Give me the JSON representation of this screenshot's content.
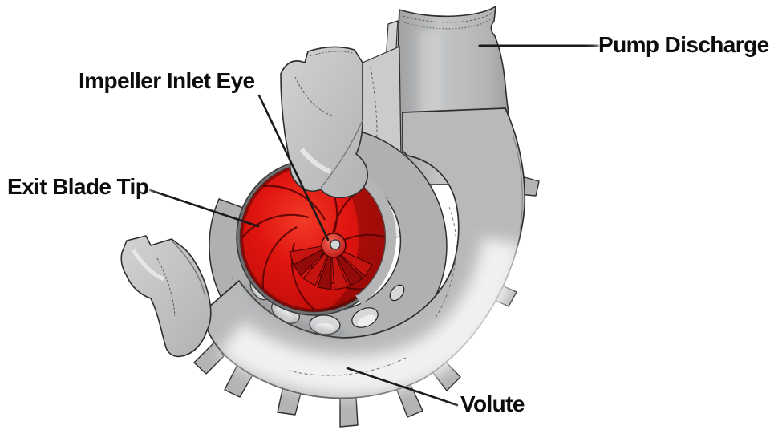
{
  "figure": {
    "kind": "annotated-cutaway-diagram",
    "subject": "Centrifugal pump sectional view",
    "background": "#ffffff"
  },
  "annotations": {
    "pump_discharge": {
      "text": "Pump Discharge"
    },
    "impeller_inlet_eye": {
      "text": "Impeller Inlet Eye"
    },
    "exit_blade_tip": {
      "text": "Exit Blade Tip"
    },
    "volute": {
      "text": "Volute"
    }
  },
  "colors": {
    "impeller_red": "#e01510",
    "impeller_red_dark": "#930b08",
    "casing_gray": "#b7b9bb",
    "cut_face_gray": "#c6c8ca",
    "highlight": "#f2f4f5",
    "outline": "#2e2e2e",
    "label_text": "#0d0d0d",
    "leader_line": "#1a1a1a",
    "background": "#ffffff"
  }
}
